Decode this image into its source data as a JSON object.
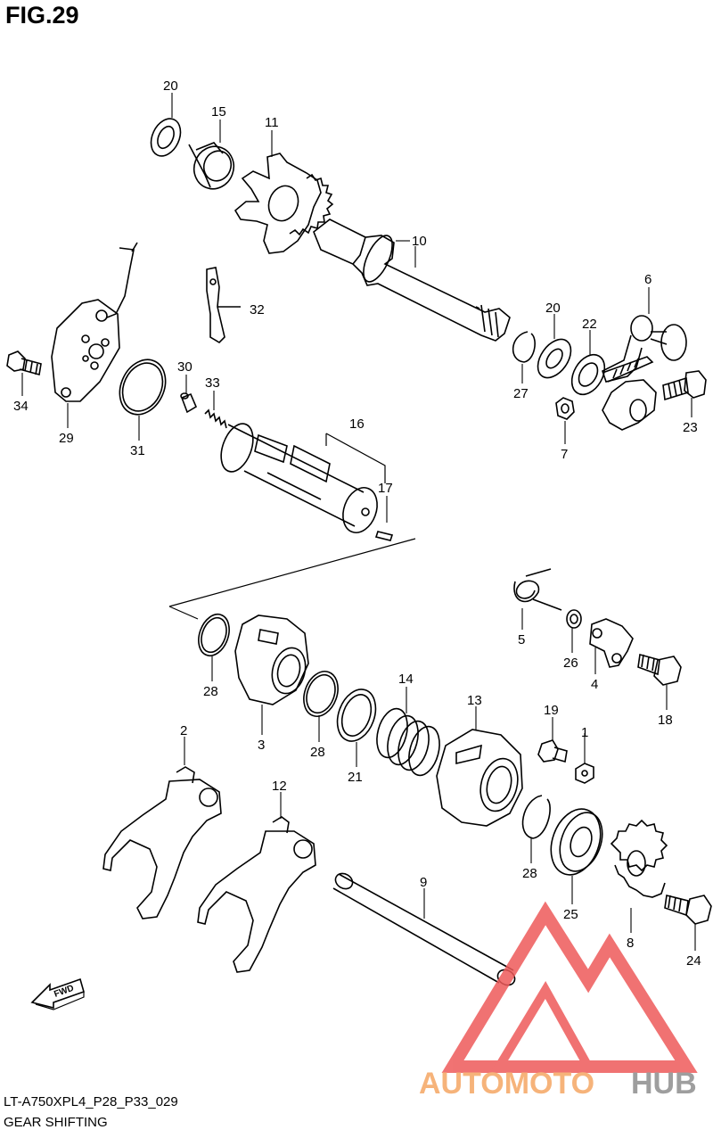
{
  "header": {
    "title": "FIG.29"
  },
  "footer": {
    "code": "LT-A750XPL4_P28_P33_029",
    "title": "GEAR SHIFTING"
  },
  "direction": {
    "label": "FWD"
  },
  "watermark": {
    "part1": "AUTOMOTO",
    "part2": "HUB",
    "color1": "#f6b37a",
    "color2": "#9e9e9e",
    "logo_color": "#ee5a5a"
  },
  "callouts": [
    {
      "id": "p20a",
      "text": "20"
    },
    {
      "id": "p15",
      "text": "15"
    },
    {
      "id": "p11",
      "text": "11"
    },
    {
      "id": "p10",
      "text": "10"
    },
    {
      "id": "p32",
      "text": "32"
    },
    {
      "id": "p6",
      "text": "6"
    },
    {
      "id": "p20b",
      "text": "20"
    },
    {
      "id": "p22",
      "text": "22"
    },
    {
      "id": "p27",
      "text": "27"
    },
    {
      "id": "p7",
      "text": "7"
    },
    {
      "id": "p23",
      "text": "23"
    },
    {
      "id": "p34",
      "text": "34"
    },
    {
      "id": "p29",
      "text": "29"
    },
    {
      "id": "p31",
      "text": "31"
    },
    {
      "id": "p30",
      "text": "30"
    },
    {
      "id": "p33",
      "text": "33"
    },
    {
      "id": "p16",
      "text": "16"
    },
    {
      "id": "p17",
      "text": "17"
    },
    {
      "id": "p5",
      "text": "5"
    },
    {
      "id": "p26",
      "text": "26"
    },
    {
      "id": "p4",
      "text": "4"
    },
    {
      "id": "p18",
      "text": "18"
    },
    {
      "id": "p28a",
      "text": "28"
    },
    {
      "id": "p3",
      "text": "3"
    },
    {
      "id": "p28b",
      "text": "28"
    },
    {
      "id": "p21",
      "text": "21"
    },
    {
      "id": "p14",
      "text": "14"
    },
    {
      "id": "p13",
      "text": "13"
    },
    {
      "id": "p19",
      "text": "19"
    },
    {
      "id": "p1",
      "text": "1"
    },
    {
      "id": "p2",
      "text": "2"
    },
    {
      "id": "p12",
      "text": "12"
    },
    {
      "id": "p9",
      "text": "9"
    },
    {
      "id": "p28c",
      "text": "28"
    },
    {
      "id": "p25",
      "text": "25"
    },
    {
      "id": "p8",
      "text": "8"
    },
    {
      "id": "p24",
      "text": "24"
    }
  ]
}
